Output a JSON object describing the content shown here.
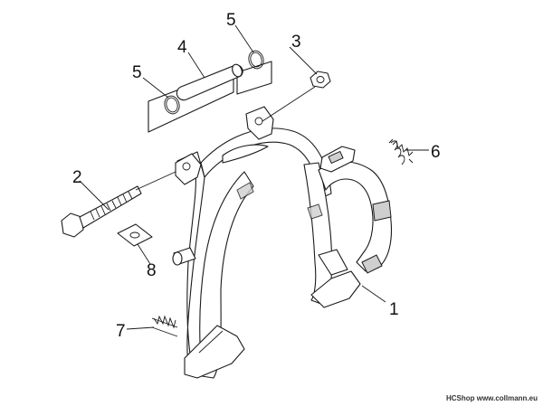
{
  "callouts": {
    "c1": "1",
    "c2": "2",
    "c3": "3",
    "c4": "4",
    "c5a": "5",
    "c5b": "5",
    "c6": "6",
    "c7": "7",
    "c8": "8"
  },
  "credit": "HCShop www.collmann.eu"
}
